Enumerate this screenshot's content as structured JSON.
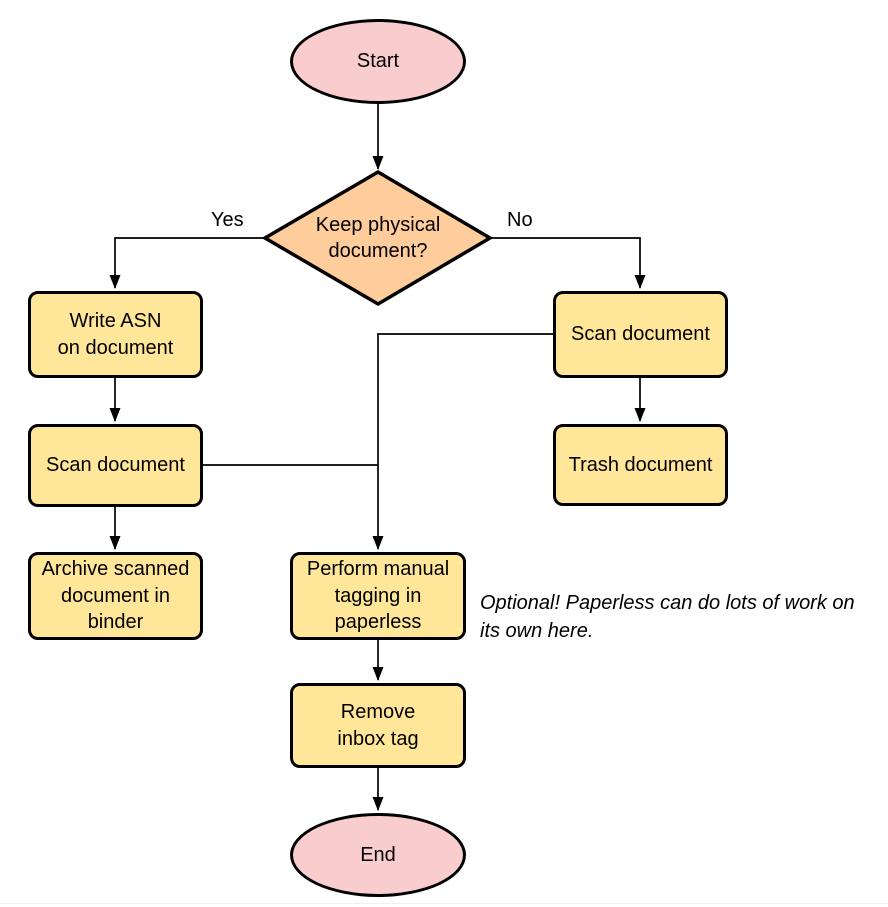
{
  "colors": {
    "terminator_fill": "#f9cccd",
    "decision_fill": "#ffcc9c",
    "process_fill": "#ffe699",
    "stroke": "#000000"
  },
  "nodes": {
    "start": {
      "type": "terminator",
      "label": "Start"
    },
    "decision": {
      "type": "decision",
      "label": "Keep physical\ndocument?"
    },
    "write_asn": {
      "type": "process",
      "label": "Write ASN\non document"
    },
    "scan_document_left": {
      "type": "process",
      "label": "Scan document"
    },
    "archive": {
      "type": "process",
      "label": "Archive scanned\ndocument in\nbinder"
    },
    "scan_document_right": {
      "type": "process",
      "label": "Scan document"
    },
    "trash": {
      "type": "process",
      "label": "Trash document"
    },
    "manual_tagging": {
      "type": "process",
      "label": "Perform manual\ntagging in\npaperless"
    },
    "remove_inbox_tag": {
      "type": "process",
      "label": "Remove\ninbox tag"
    },
    "end": {
      "type": "terminator",
      "label": "End"
    }
  },
  "edge_labels": {
    "yes": "Yes",
    "no": "No"
  },
  "note": {
    "text": "Optional! Paperless can do lots of work on\nits own here."
  }
}
